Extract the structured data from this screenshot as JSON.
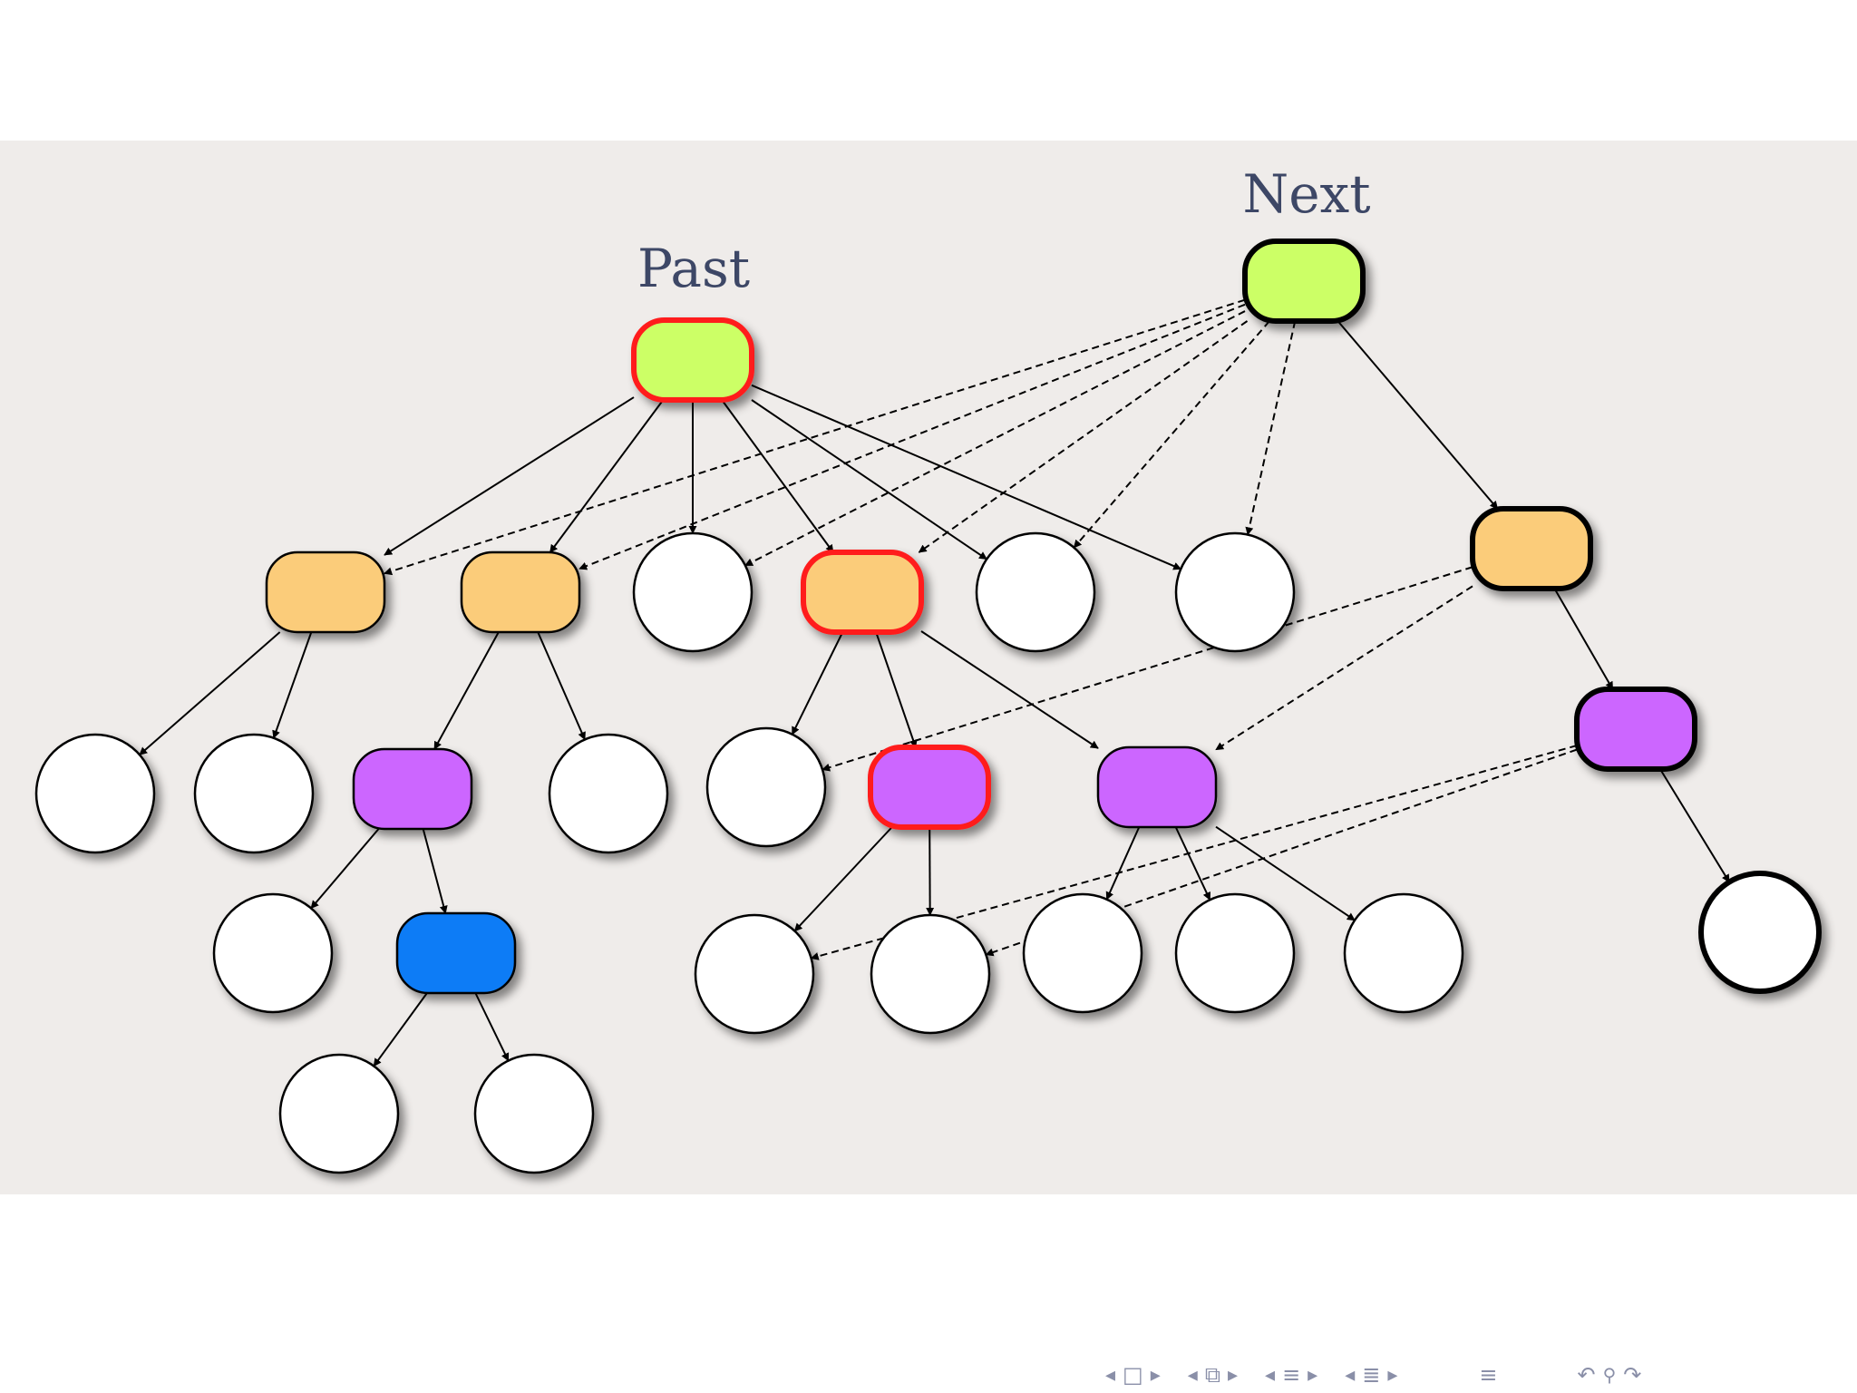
{
  "labels": {
    "past": "Past",
    "next": "Next"
  },
  "colors": {
    "background_panel": "#efecea",
    "node_green": "#ccff66",
    "node_orange": "#fbcc7a",
    "node_purple": "#cc66ff",
    "node_blue": "#0a7cf6",
    "node_white": "#ffffff",
    "border_red": "#ff1a1a",
    "border_black": "#000000",
    "label_text": "#3d4766"
  },
  "nodes": [
    {
      "id": "past",
      "shape": "rounded",
      "fill": "green",
      "border": "red"
    },
    {
      "id": "next",
      "shape": "rounded",
      "fill": "green",
      "border": "black-bold"
    },
    {
      "id": "o1",
      "shape": "rounded",
      "fill": "orange",
      "border": "black"
    },
    {
      "id": "o2",
      "shape": "rounded",
      "fill": "orange",
      "border": "black"
    },
    {
      "id": "w1",
      "shape": "circle",
      "fill": "white",
      "border": "black"
    },
    {
      "id": "o3",
      "shape": "rounded",
      "fill": "orange",
      "border": "red"
    },
    {
      "id": "w2",
      "shape": "circle",
      "fill": "white",
      "border": "black"
    },
    {
      "id": "w3",
      "shape": "circle",
      "fill": "white",
      "border": "black"
    },
    {
      "id": "o4",
      "shape": "rounded",
      "fill": "orange",
      "border": "black-bold"
    },
    {
      "id": "a1",
      "shape": "circle",
      "fill": "white",
      "border": "black"
    },
    {
      "id": "a2",
      "shape": "circle",
      "fill": "white",
      "border": "black"
    },
    {
      "id": "p1",
      "shape": "rounded",
      "fill": "purple",
      "border": "black"
    },
    {
      "id": "a3",
      "shape": "circle",
      "fill": "white",
      "border": "black"
    },
    {
      "id": "a4",
      "shape": "circle",
      "fill": "white",
      "border": "black"
    },
    {
      "id": "p2",
      "shape": "rounded",
      "fill": "purple",
      "border": "red"
    },
    {
      "id": "p3",
      "shape": "rounded",
      "fill": "purple",
      "border": "black"
    },
    {
      "id": "p4",
      "shape": "rounded",
      "fill": "purple",
      "border": "black-bold"
    },
    {
      "id": "b1",
      "shape": "circle",
      "fill": "white",
      "border": "black"
    },
    {
      "id": "blue",
      "shape": "rounded",
      "fill": "blue",
      "border": "black"
    },
    {
      "id": "b2",
      "shape": "circle",
      "fill": "white",
      "border": "black"
    },
    {
      "id": "b3",
      "shape": "circle",
      "fill": "white",
      "border": "black"
    },
    {
      "id": "b4",
      "shape": "circle",
      "fill": "white",
      "border": "black"
    },
    {
      "id": "b5",
      "shape": "circle",
      "fill": "white",
      "border": "black"
    },
    {
      "id": "b6",
      "shape": "circle",
      "fill": "white",
      "border": "black"
    },
    {
      "id": "b7",
      "shape": "circle",
      "fill": "white",
      "border": "black-bold"
    },
    {
      "id": "c1",
      "shape": "circle",
      "fill": "white",
      "border": "black"
    },
    {
      "id": "c2",
      "shape": "circle",
      "fill": "white",
      "border": "black"
    }
  ],
  "edges": [
    {
      "from": "past",
      "to": "o1",
      "style": "solid"
    },
    {
      "from": "past",
      "to": "o2",
      "style": "solid"
    },
    {
      "from": "past",
      "to": "w1",
      "style": "solid"
    },
    {
      "from": "past",
      "to": "o3",
      "style": "solid"
    },
    {
      "from": "past",
      "to": "w2",
      "style": "solid"
    },
    {
      "from": "past",
      "to": "w3",
      "style": "solid"
    },
    {
      "from": "next",
      "to": "o4",
      "style": "solid"
    },
    {
      "from": "next",
      "to": "o1",
      "style": "dashed"
    },
    {
      "from": "next",
      "to": "o2",
      "style": "dashed"
    },
    {
      "from": "next",
      "to": "w1",
      "style": "dashed"
    },
    {
      "from": "next",
      "to": "o3",
      "style": "dashed"
    },
    {
      "from": "next",
      "to": "w2",
      "style": "dashed"
    },
    {
      "from": "next",
      "to": "w3",
      "style": "dashed"
    },
    {
      "from": "o1",
      "to": "a1",
      "style": "solid"
    },
    {
      "from": "o1",
      "to": "a2",
      "style": "solid"
    },
    {
      "from": "o2",
      "to": "p1",
      "style": "solid"
    },
    {
      "from": "o2",
      "to": "a3",
      "style": "solid"
    },
    {
      "from": "o3",
      "to": "a4",
      "style": "solid"
    },
    {
      "from": "o3",
      "to": "p2",
      "style": "solid"
    },
    {
      "from": "o3",
      "to": "p3",
      "style": "solid"
    },
    {
      "from": "o4",
      "to": "p4",
      "style": "solid"
    },
    {
      "from": "o4",
      "to": "a4",
      "style": "dashed"
    },
    {
      "from": "o4",
      "to": "p3",
      "style": "dashed"
    },
    {
      "from": "p1",
      "to": "b1",
      "style": "solid"
    },
    {
      "from": "p1",
      "to": "blue",
      "style": "solid"
    },
    {
      "from": "p2",
      "to": "b2",
      "style": "solid"
    },
    {
      "from": "p2",
      "to": "b3",
      "style": "solid"
    },
    {
      "from": "p3",
      "to": "b4",
      "style": "solid"
    },
    {
      "from": "p3",
      "to": "b5",
      "style": "solid"
    },
    {
      "from": "p3",
      "to": "b6",
      "style": "solid"
    },
    {
      "from": "p4",
      "to": "b7",
      "style": "solid"
    },
    {
      "from": "p4",
      "to": "b2",
      "style": "dashed"
    },
    {
      "from": "p4",
      "to": "b3",
      "style": "dashed"
    },
    {
      "from": "blue",
      "to": "c1",
      "style": "solid"
    },
    {
      "from": "blue",
      "to": "c2",
      "style": "solid"
    }
  ],
  "navigation": [
    {
      "name": "frame",
      "glyph": "□"
    },
    {
      "name": "subsection",
      "glyph": "⧉"
    },
    {
      "name": "section",
      "glyph": "≡"
    },
    {
      "name": "document",
      "glyph": "≣"
    }
  ],
  "nav_extra": {
    "menu_glyph": "≡",
    "undo_glyph": "↶",
    "search_glyph": "🔍",
    "redo_glyph": "↷"
  }
}
